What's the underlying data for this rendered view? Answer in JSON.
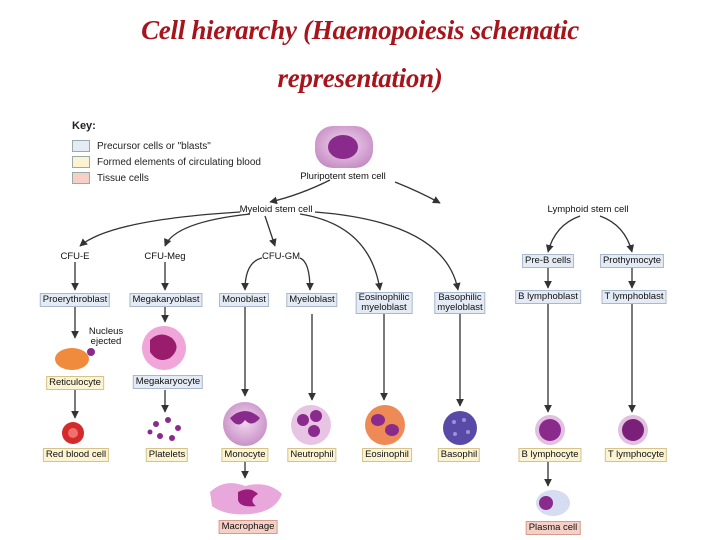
{
  "title": {
    "line1": "Cell hierarchy (Haemopoiesis schematic",
    "line2": "representation)"
  },
  "key": {
    "title": "Key:",
    "items": [
      {
        "label": "Precursor cells or \"blasts\"",
        "color": "#e4ebf5"
      },
      {
        "label": "Formed elements of circulating blood",
        "color": "#fbf3d2"
      },
      {
        "label": "Tissue cells",
        "color": "#f6d0c6"
      }
    ]
  },
  "labels": {
    "stem": "Pluripotent stem cell",
    "myeloid": "Myeloid stem cell",
    "lymphoid": "Lymphoid stem cell",
    "cfu_e": "CFU-E",
    "cfu_meg": "CFU-Meg",
    "cfu_gm": "CFU-GM",
    "pre_b": "Pre-B cells",
    "prothymocyte": "Prothymocyte",
    "proerythroblast": "Proerythroblast",
    "megakaryoblast": "Megakaryoblast",
    "monoblast": "Monoblast",
    "myeloblast": "Myeloblast",
    "eos_myeloblast_1": "Eosinophilic",
    "eos_myeloblast_2": "myeloblast",
    "baso_myeloblast_1": "Basophilic",
    "baso_myeloblast_2": "myeloblast",
    "b_lymphoblast": "B lymphoblast",
    "t_lymphoblast": "T lymphoblast",
    "nucleus_1": "Nucleus",
    "nucleus_2": "ejected",
    "reticulocyte": "Reticulocyte",
    "megakaryocyte": "Megakaryocyte",
    "rbc": "Red blood cell",
    "platelets": "Platelets",
    "monocyte": "Monocyte",
    "neutrophil": "Neutrophil",
    "eosinophil": "Eosinophil",
    "basophil": "Basophil",
    "b_lymphocyte": "B lymphocyte",
    "t_lymphocyte": "T lymphocyte",
    "macrophage": "Macrophage",
    "plasma_cell": "Plasma cell"
  },
  "colors": {
    "title": "#a8141c",
    "arrow": "#333333",
    "cell_membrane": "#d9a7d6",
    "cell_nucleus": "#8a2a8c",
    "rbc": "#d42a2a",
    "reticulocyte": "#f08a3c",
    "eosinophil": "#ee8a55",
    "basophil": "#5a4aa8"
  }
}
